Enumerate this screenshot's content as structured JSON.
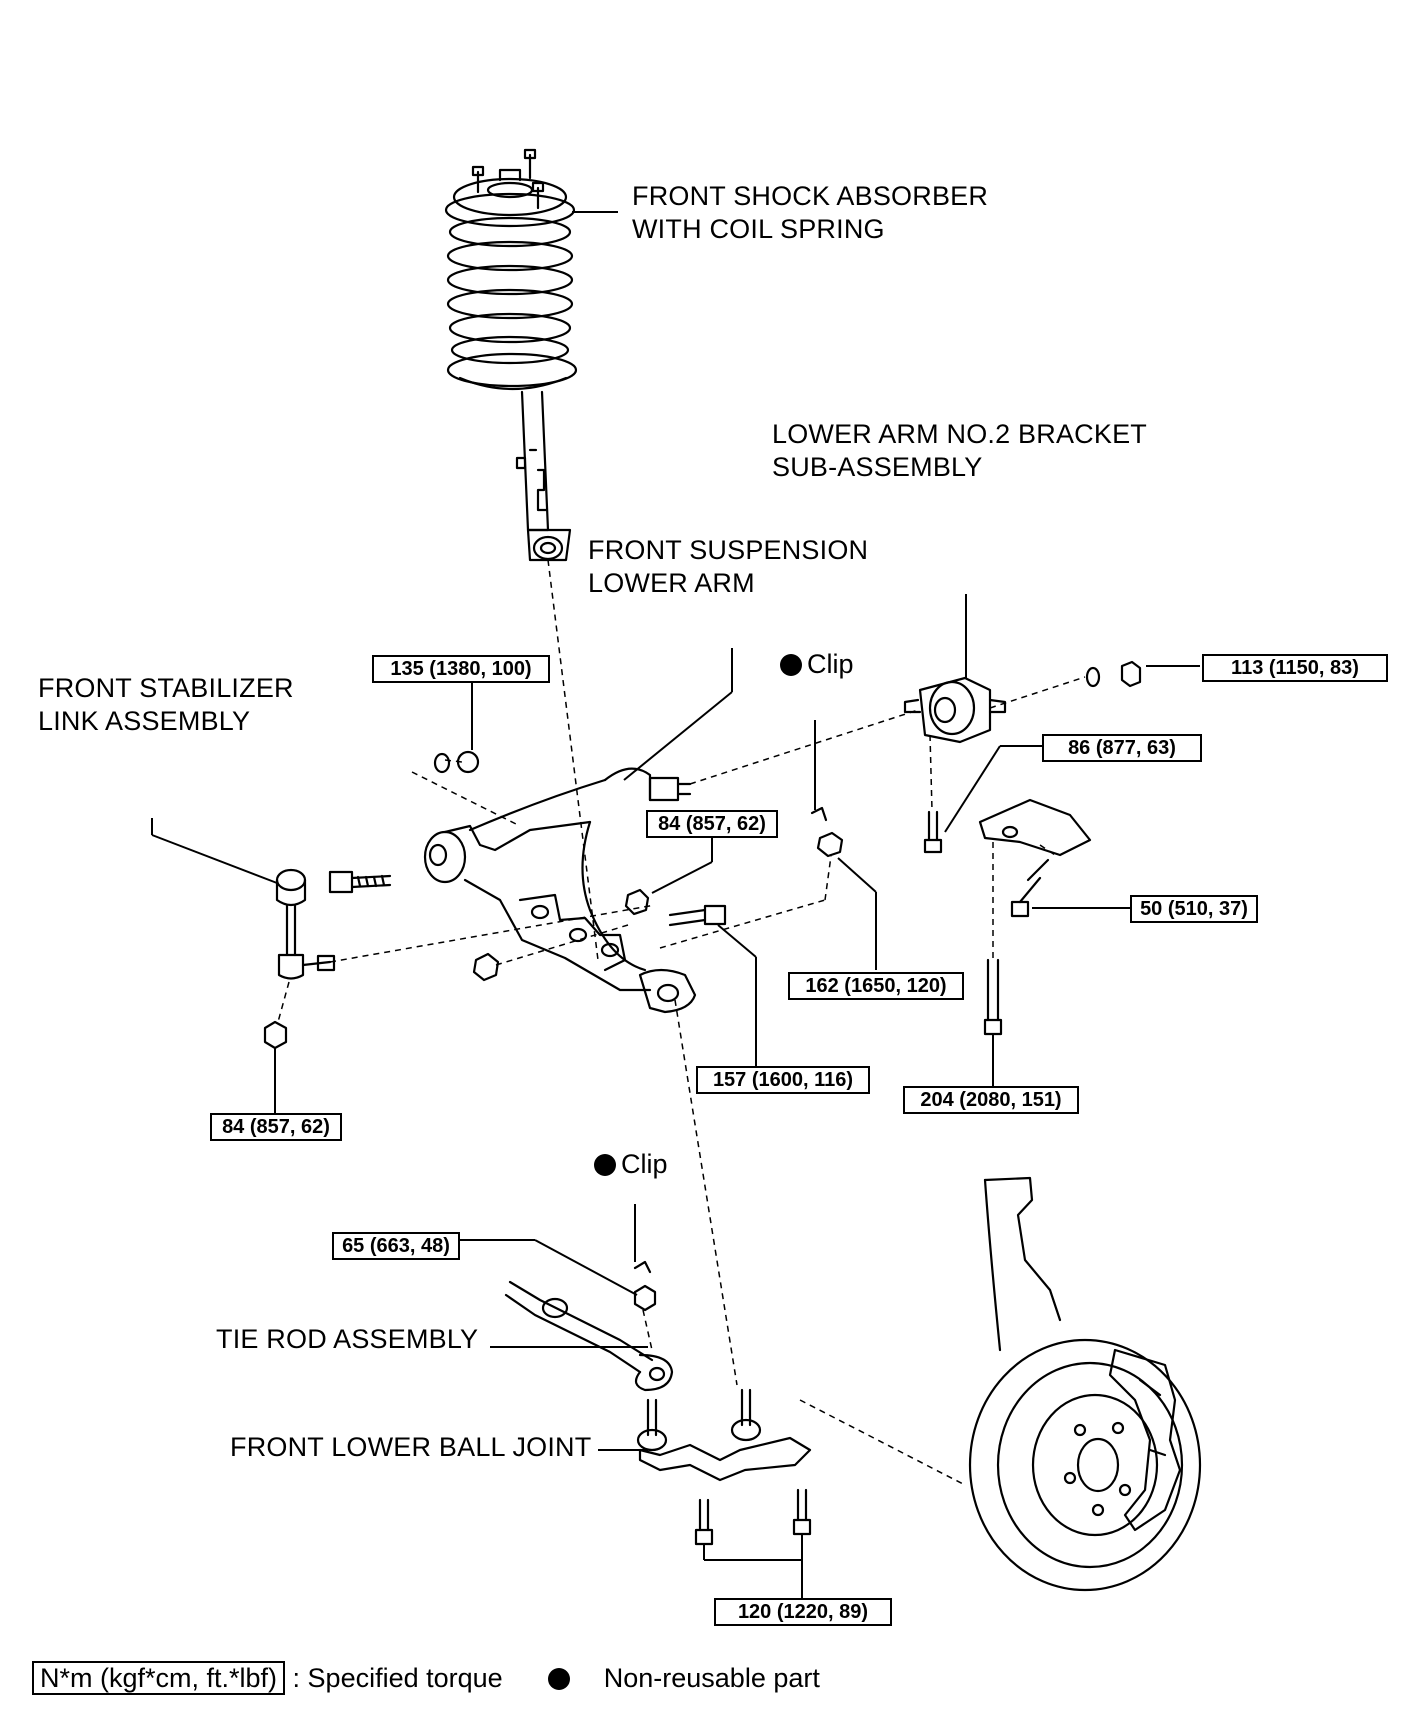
{
  "labels": {
    "shock_absorber": [
      "FRONT SHOCK ABSORBER",
      "WITH COIL SPRING"
    ],
    "lower_arm_bracket": [
      "LOWER ARM NO.2 BRACKET",
      "SUB-ASSEMBLY"
    ],
    "lower_arm": [
      "FRONT SUSPENSION",
      "LOWER ARM"
    ],
    "stabilizer_link": [
      "FRONT STABILIZER",
      "LINK ASSEMBLY"
    ],
    "tie_rod": "TIE ROD ASSEMBLY",
    "ball_joint": "FRONT LOWER BALL JOINT"
  },
  "clips": [
    "Clip",
    "Clip"
  ],
  "torques": {
    "t135": "135 (1380, 100)",
    "t113": "113 (1150, 83)",
    "t86": "86 (877, 63)",
    "t84_upper": "84 (857, 62)",
    "t50": "50 (510, 37)",
    "t162": "162 (1650, 120)",
    "t157": "157 (1600, 116)",
    "t204": "204 (2080, 151)",
    "t84_lower": "84 (857, 62)",
    "t65": "65 (663, 48)",
    "t120": "120 (1220, 89)"
  },
  "legend": {
    "unit_box": "N*m (kgf*cm, ft.*lbf)",
    "unit_text": ": Specified torque",
    "nonreusable_text": "Non-reusable part"
  }
}
